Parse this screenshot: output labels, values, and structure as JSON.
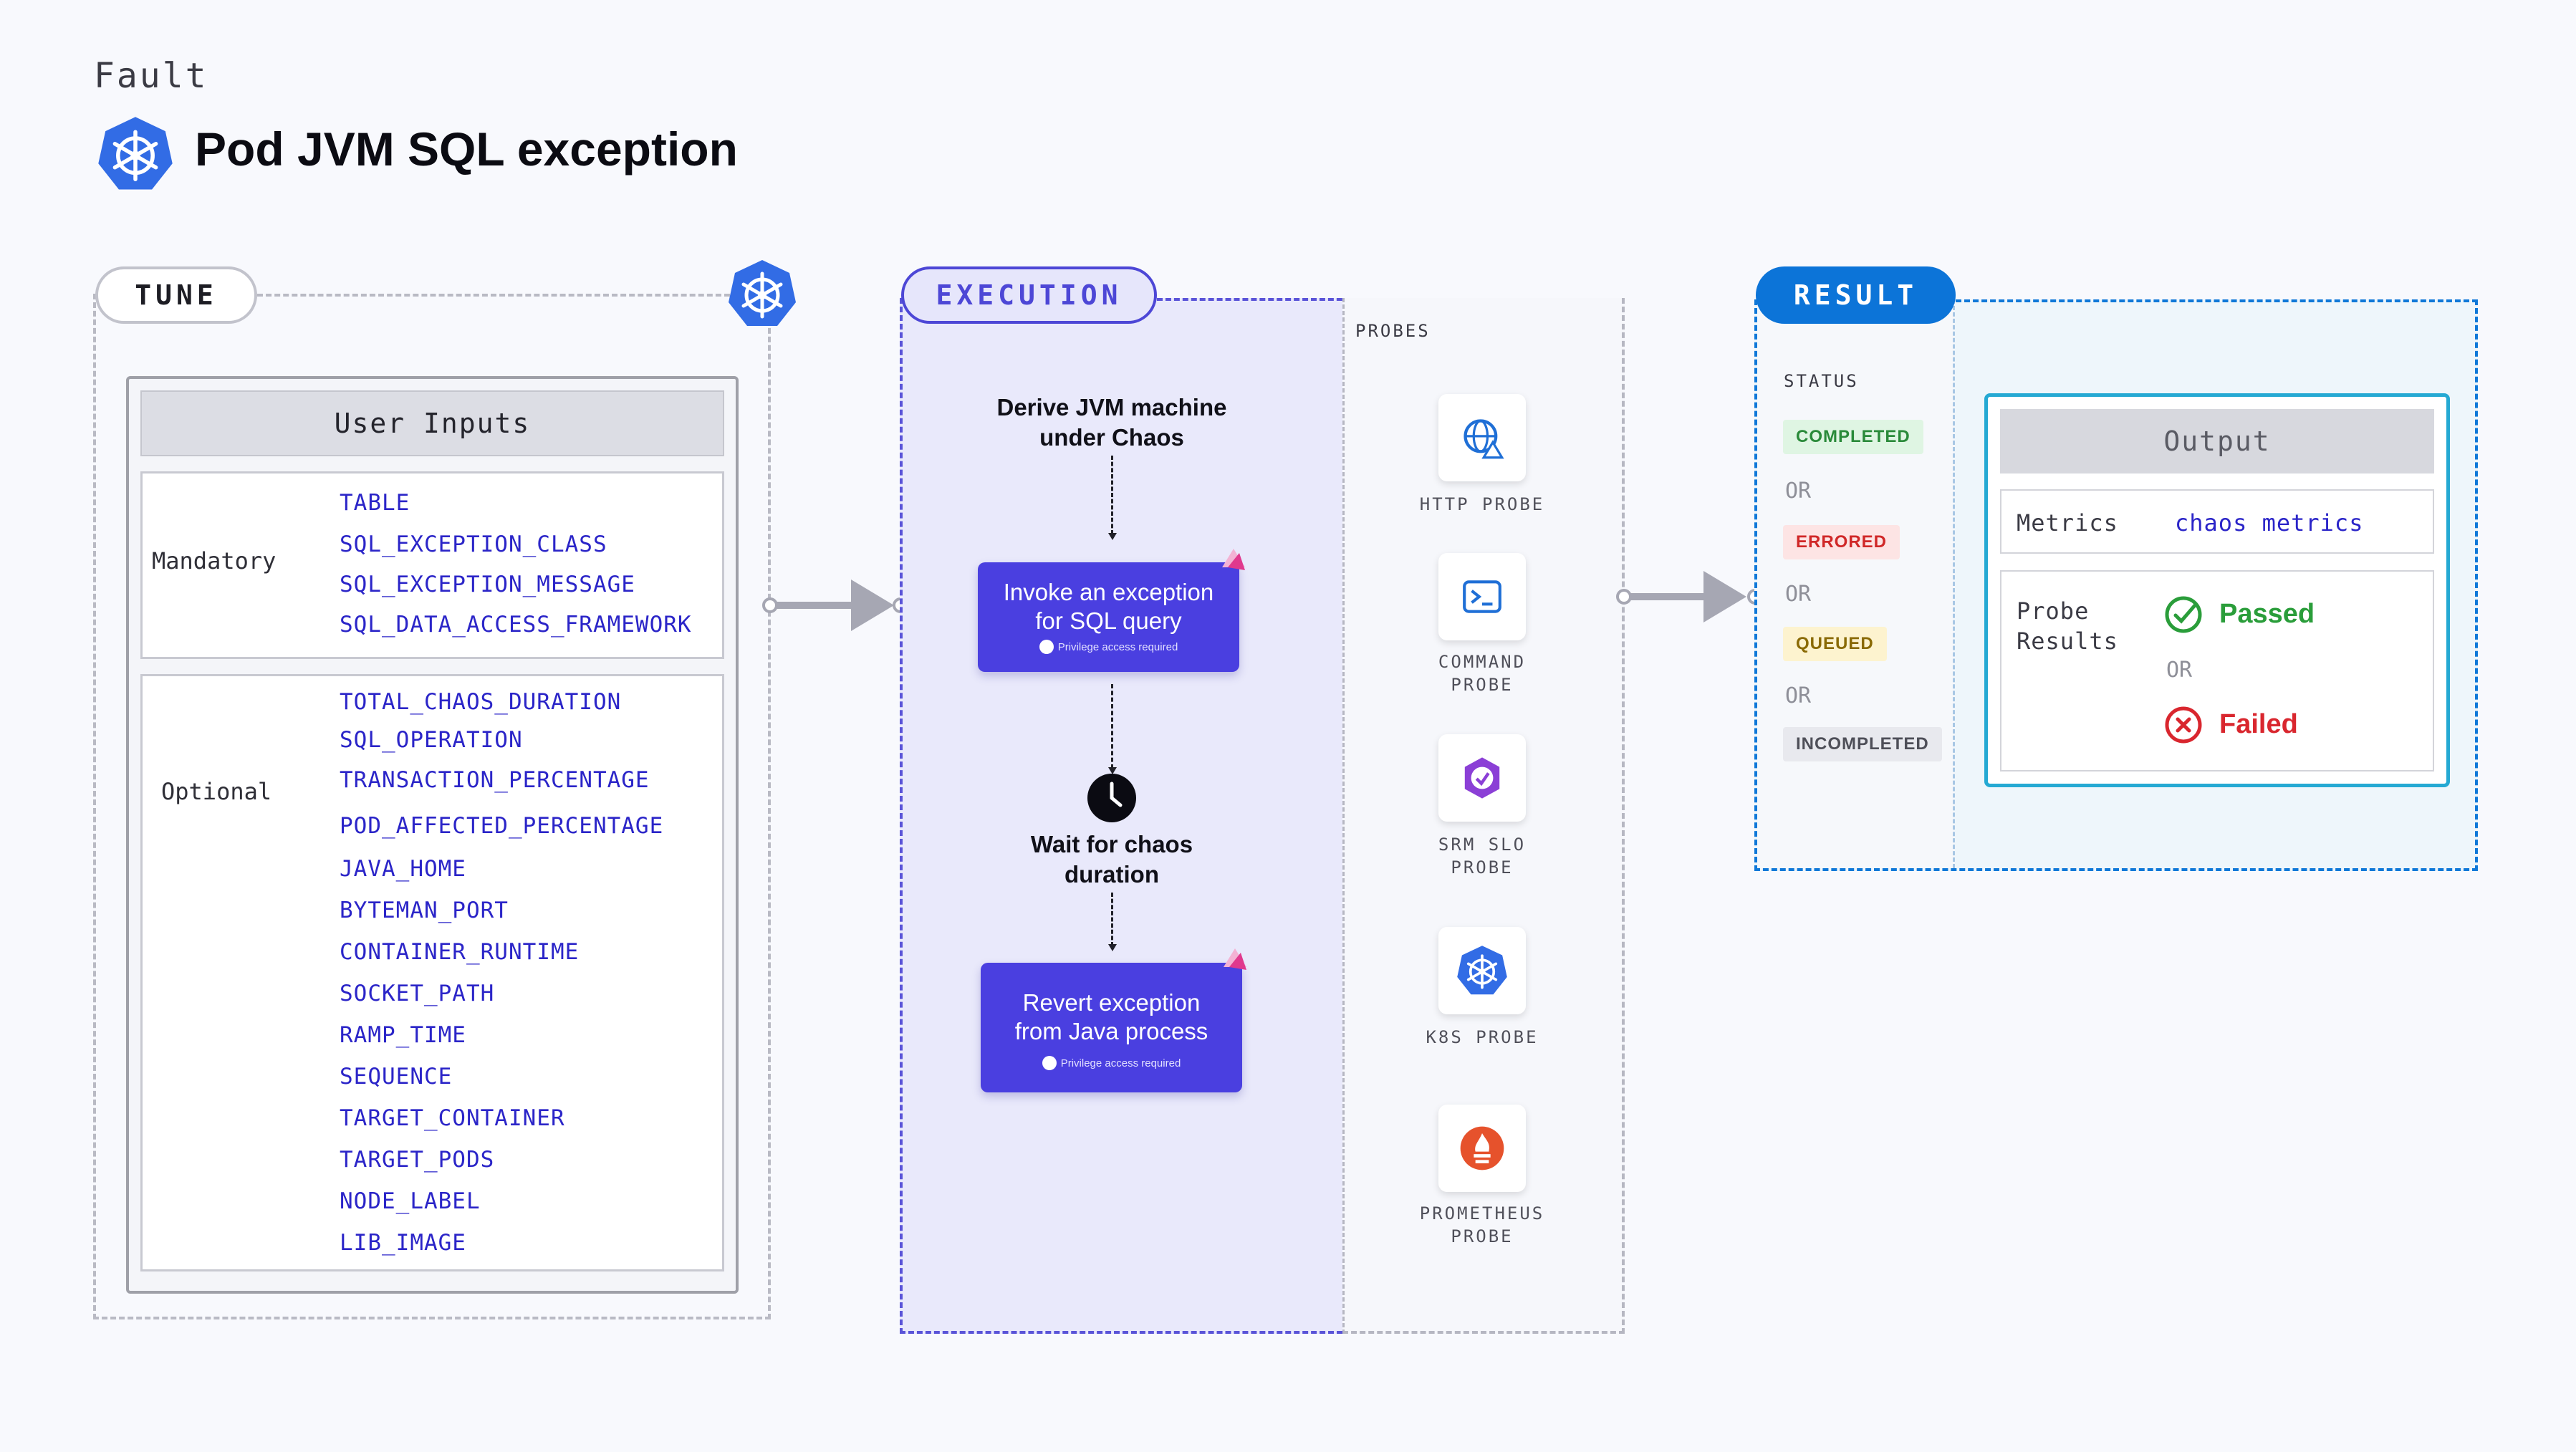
{
  "header": {
    "kind": "Fault",
    "title": "Pod JVM SQL exception"
  },
  "tune": {
    "label": "TUNE",
    "panel_title": "User Inputs",
    "mandatory": {
      "label": "Mandatory",
      "params": [
        "TABLE",
        "SQL_EXCEPTION_CLASS",
        "SQL_EXCEPTION_MESSAGE",
        "SQL_DATA_ACCESS_FRAMEWORK"
      ]
    },
    "optional": {
      "label": "Optional",
      "params": [
        "TOTAL_CHAOS_DURATION",
        "SQL_OPERATION",
        "TRANSACTION_PERCENTAGE",
        "POD_AFFECTED_PERCENTAGE",
        "JAVA_HOME",
        "BYTEMAN_PORT",
        "CONTAINER_RUNTIME",
        "SOCKET_PATH",
        "RAMP_TIME",
        "SEQUENCE",
        "TARGET_CONTAINER",
        "TARGET_PODS",
        "NODE_LABEL",
        "LIB_IMAGE"
      ]
    }
  },
  "execution": {
    "label": "EXECUTION",
    "steps": {
      "derive_line1": "Derive JVM machine",
      "derive_line2": "under Chaos",
      "inject_line1": "Invoke an exception",
      "inject_line2": "for SQL query",
      "inject_note": "Privilege access required",
      "wait_line1": "Wait for chaos",
      "wait_line2": "duration",
      "revert_line1": "Revert exception",
      "revert_line2": "from Java process",
      "revert_note": "Privilege access required"
    },
    "probes_label": "PROBES",
    "probes": [
      {
        "line1": "HTTP PROBE",
        "line2": "",
        "icon": "globe-icon"
      },
      {
        "line1": "COMMAND",
        "line2": "PROBE",
        "icon": "terminal-icon"
      },
      {
        "line1": "SRM SLO",
        "line2": "PROBE",
        "icon": "srm-icon"
      },
      {
        "line1": "K8S PROBE",
        "line2": "",
        "icon": "kubernetes-icon"
      },
      {
        "line1": "PROMETHEUS",
        "line2": "PROBE",
        "icon": "prometheus-icon"
      }
    ]
  },
  "result": {
    "label": "RESULT",
    "status_label": "STATUS",
    "statuses": [
      "COMPLETED",
      "ERRORED",
      "QUEUED",
      "INCOMPLETED"
    ],
    "or_text": "OR",
    "output": {
      "title": "Output",
      "metrics_label": "Metrics",
      "metrics_value": "chaos metrics",
      "probe_results_line1": "Probe",
      "probe_results_line2": "Results",
      "passed": "Passed",
      "failed": "Failed",
      "or_text": "OR"
    }
  },
  "colors": {
    "execution_accent": "#4a3fe0",
    "result_accent": "#0c74d8",
    "param_text": "#2b25c8",
    "passed": "#2a9d3a",
    "failed": "#d9262e"
  }
}
